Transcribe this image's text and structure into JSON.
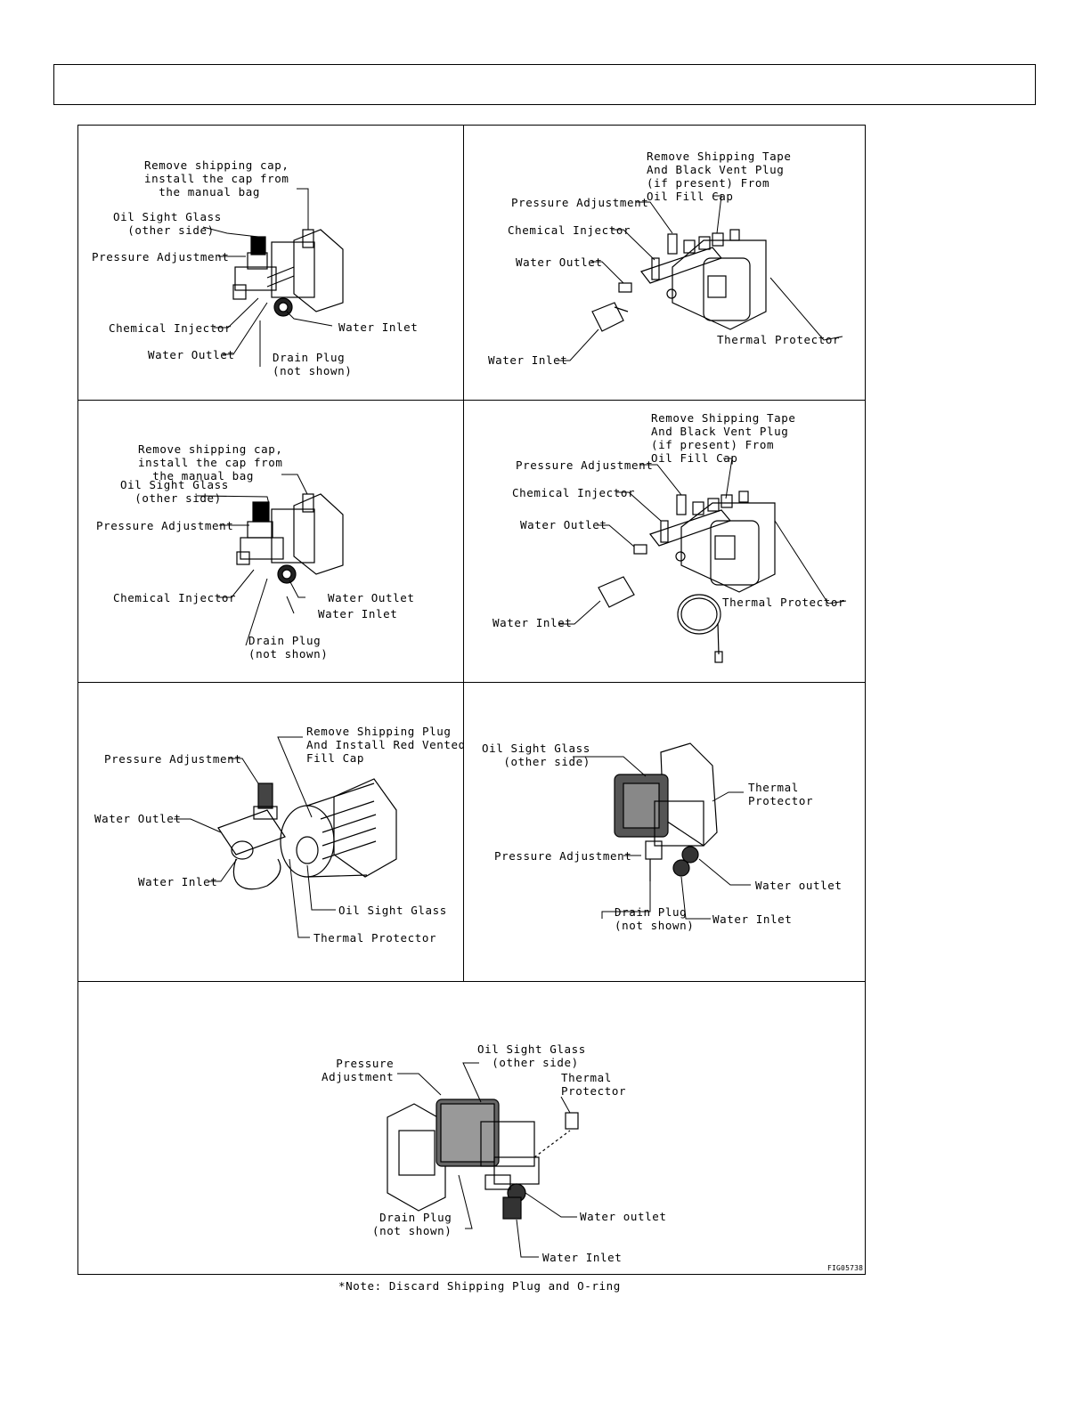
{
  "header": {
    "title": ""
  },
  "panels": [
    {
      "id": "p1",
      "labels": {
        "cap": "Remove shipping cap,\ninstall the cap from\n  the manual bag",
        "oil": "Oil Sight Glass\n  (other side)",
        "pressure": "Pressure Adjustment",
        "chemical": "Chemical Injector",
        "outlet": "Water Outlet",
        "inlet": "Water Inlet",
        "drain": "Drain Plug\n(not shown)"
      }
    },
    {
      "id": "p2",
      "labels": {
        "tape": "Remove Shipping Tape\nAnd Black Vent Plug\n(if present) From\nOil Fill Cap",
        "pressure": "Pressure Adjustment",
        "chemical": "Chemical Injector",
        "outlet": "Water Outlet",
        "inlet": "Water Inlet",
        "thermal": "Thermal Protector"
      }
    },
    {
      "id": "p3",
      "labels": {
        "cap": "Remove shipping cap,\ninstall the cap from\n  the manual bag",
        "oil": "Oil Sight Glass\n  (other side)",
        "pressure": "Pressure Adjustment",
        "chemical": "Chemical Injector",
        "outlet": "Water Outlet",
        "inlet": "Water Inlet",
        "drain": "Drain Plug\n(not shown)"
      }
    },
    {
      "id": "p4",
      "labels": {
        "tape": "Remove Shipping Tape\nAnd Black Vent Plug\n(if present) From\nOil Fill Cap",
        "pressure": "Pressure Adjustment",
        "chemical": "Chemical Injector",
        "outlet": "Water Outlet",
        "inlet": "Water Inlet",
        "thermal": "Thermal Protector"
      }
    },
    {
      "id": "p5",
      "labels": {
        "plug": "Remove Shipping Plug\nAnd Install Red Vented\nFill Cap",
        "pressure": "Pressure Adjustment",
        "outlet": "Water Outlet",
        "inlet": "Water Inlet",
        "oil": "Oil Sight Glass",
        "thermal": "Thermal Protector"
      }
    },
    {
      "id": "p6",
      "labels": {
        "oil": "Oil Sight Glass\n   (other side)",
        "thermal": "Thermal\nProtector",
        "pressure": "Pressure Adjustment",
        "outlet": "Water outlet",
        "drain": "Drain Plug\n(not shown)",
        "inlet": "Water Inlet"
      }
    },
    {
      "id": "p7",
      "labels": {
        "pressure": "  Pressure\nAdjustment",
        "oil": "Oil Sight Glass\n  (other side)",
        "thermal": "Thermal\nProtector",
        "drain": " Drain Plug\n(not shown)",
        "outlet": "Water outlet",
        "inlet": "Water Inlet"
      }
    }
  ],
  "footer": {
    "note": "*Note: Discard Shipping Plug and O-ring",
    "fig_id": "FIG05738"
  }
}
